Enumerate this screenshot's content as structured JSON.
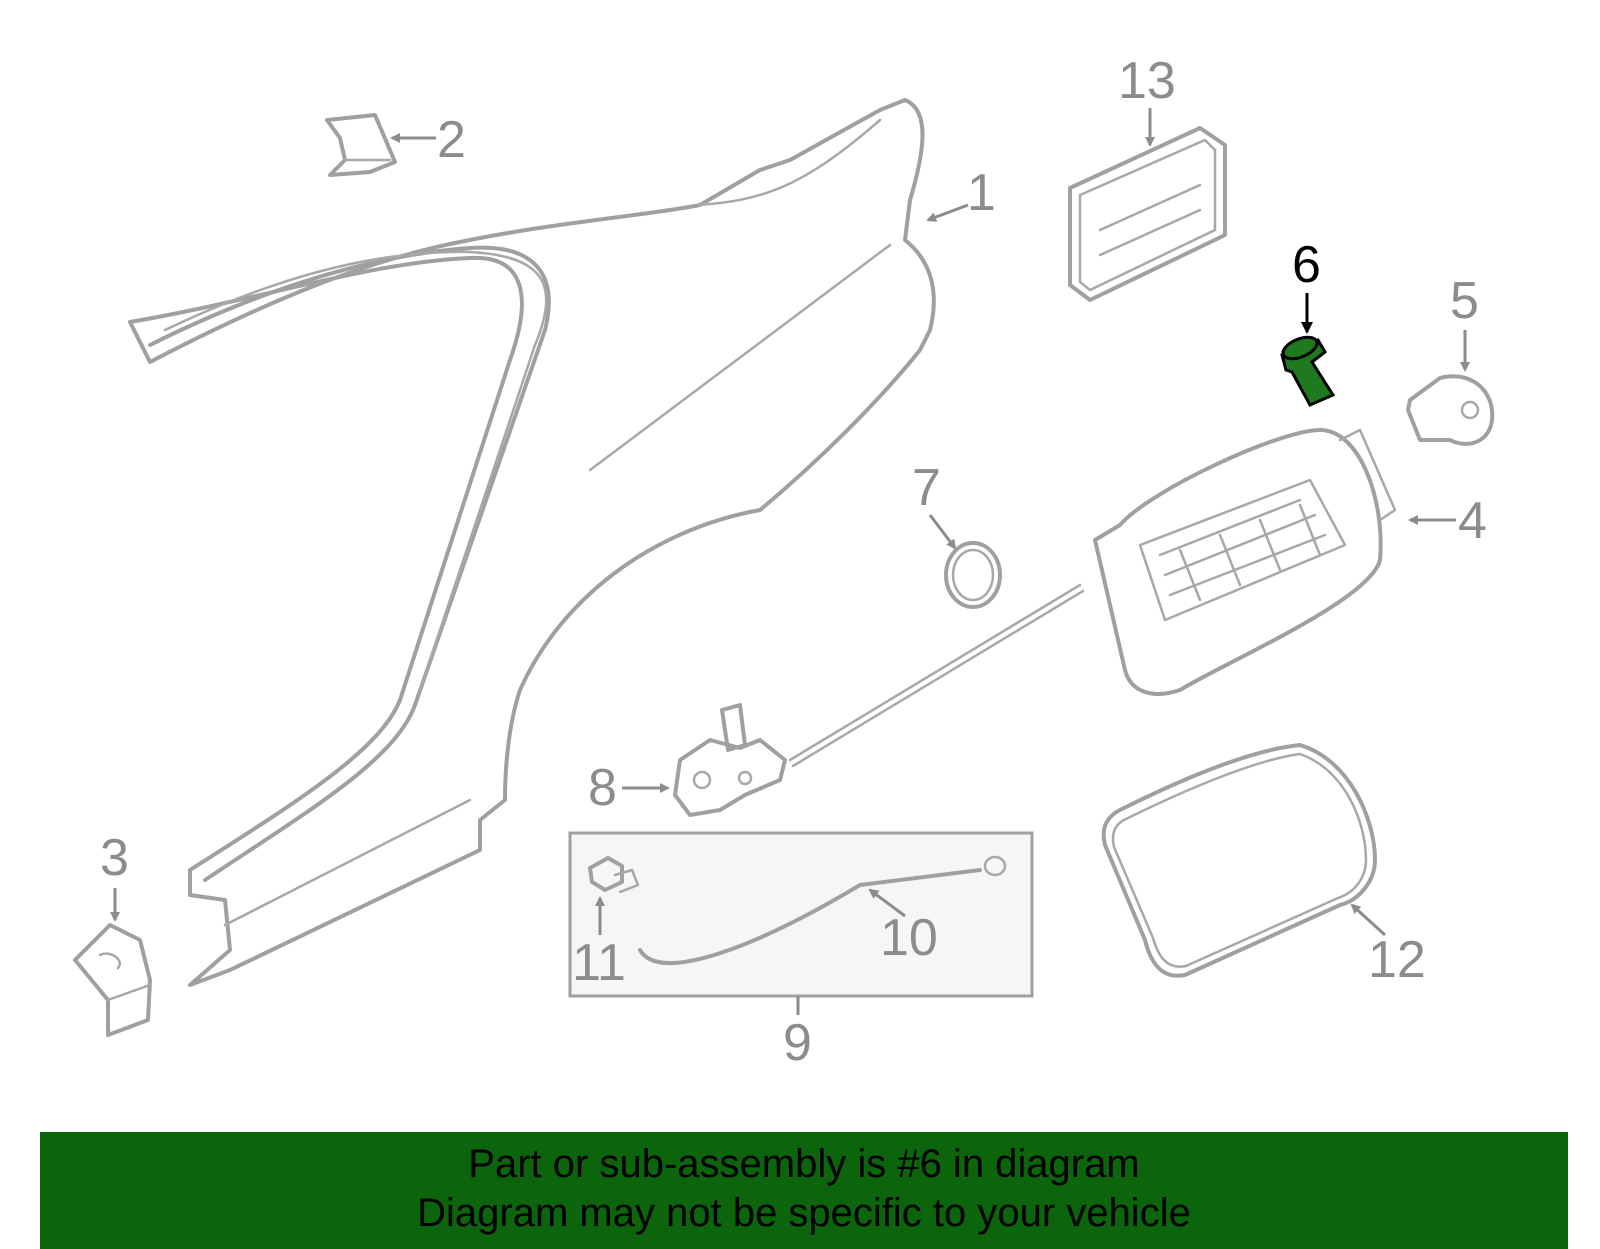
{
  "callouts": {
    "c1": "1",
    "c2": "2",
    "c3": "3",
    "c4": "4",
    "c5": "5",
    "c6": "6",
    "c7": "7",
    "c8": "8",
    "c9": "9",
    "c10": "10",
    "c11": "11",
    "c12": "12",
    "c13": "13"
  },
  "highlighted_part": "6",
  "colors": {
    "line_art": "#a0a0a0",
    "label": "#8c8c8c",
    "highlight_fill": "#1f7a1f",
    "banner_bg": "#0c640c"
  },
  "banner": {
    "line1": "Part or sub-assembly is #6 in diagram",
    "line2": "Diagram may not be specific to your vehicle"
  }
}
